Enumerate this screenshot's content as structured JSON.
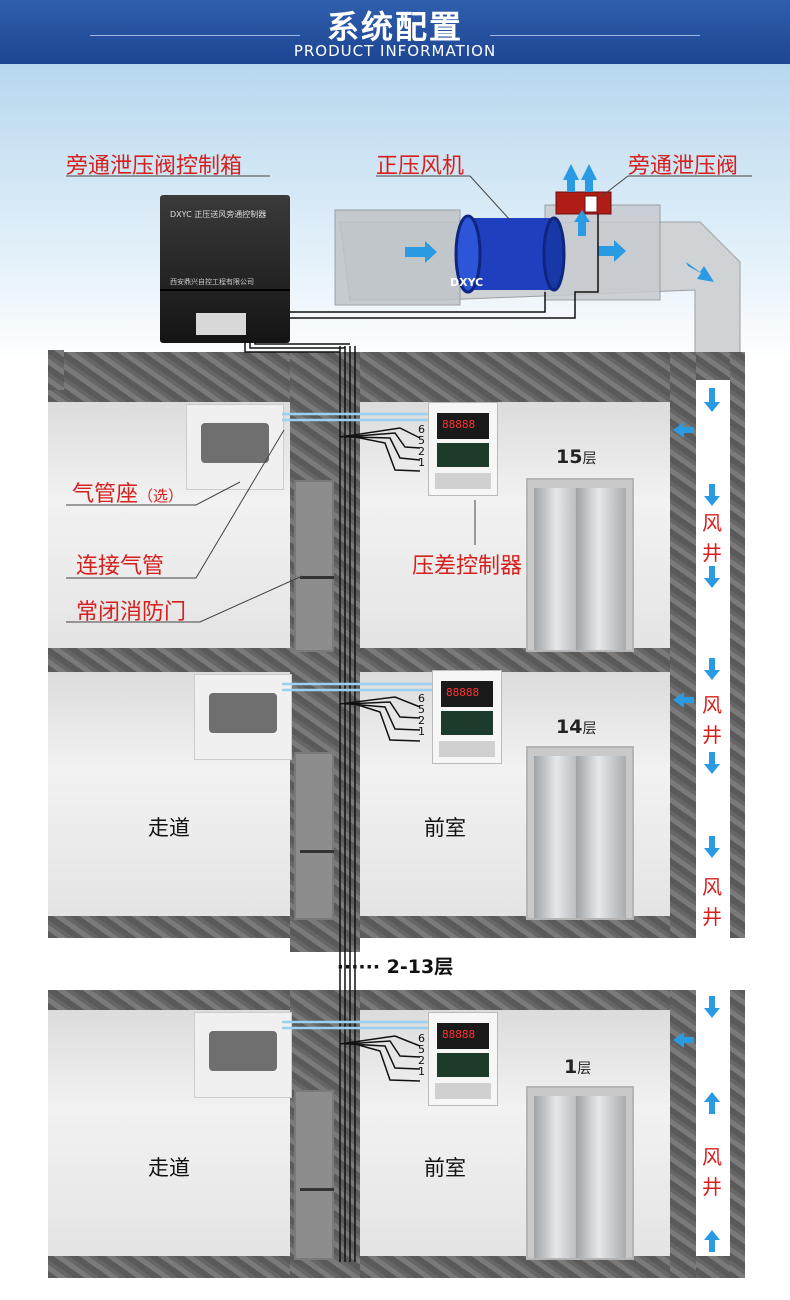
{
  "header": {
    "title": "系统配置",
    "subtitle": "PRODUCT INFORMATION"
  },
  "top_labels": {
    "control_box": "旁通泄压阀控制箱",
    "fan": "正压风机",
    "bypass_valve": "旁通泄压阀",
    "fan_brand": "DXYC"
  },
  "control_box": {
    "title": "DXYC 正压送风旁通控制器",
    "company": "西安鼎兴自控工程有限公司"
  },
  "callouts": {
    "gas_seat": "气管座",
    "gas_seat_note": "（选）",
    "gas_pipe": "连接气管",
    "fire_door": "常闭消防门",
    "pdc": "压差控制器"
  },
  "floors": [
    {
      "number": "15",
      "unit": "层",
      "corridor": "",
      "anteroom": ""
    },
    {
      "number": "14",
      "unit": "层",
      "corridor": "走道",
      "anteroom": "前室"
    },
    {
      "number": "1",
      "unit": "层",
      "corridor": "走道",
      "anteroom": "前室"
    }
  ],
  "middle_text": "······  2-13层",
  "wind_shaft": "风井",
  "terminals": [
    "6",
    "5",
    "2",
    "1"
  ],
  "display_values": [
    "88888",
    "88888",
    "88888"
  ],
  "colors": {
    "header": "#2f5fae",
    "label_red": "#d6201d",
    "arrow_blue": "#2a9be3",
    "fan_blue": "#1f3fbf",
    "valve_red": "#b01c16"
  },
  "icons": [
    "airflow-arrow-icon"
  ]
}
